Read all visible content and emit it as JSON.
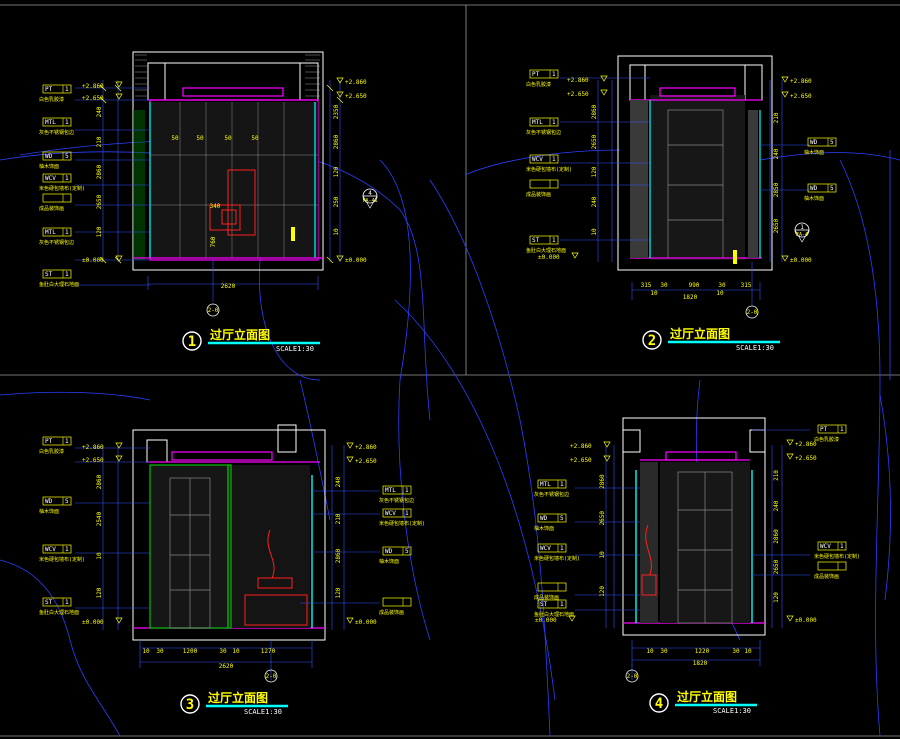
{
  "colors": {
    "background": "#000000",
    "wall": "#ffffff",
    "magenta": "#ff00ff",
    "cyan": "#00ffff",
    "blue": "#3050ff",
    "yellow": "#ffff00",
    "red": "#ff2020",
    "green": "#00c000"
  },
  "drawings": [
    {
      "number": "1",
      "title": "过厅立面图",
      "scale": "SCALE1:30",
      "tags": [
        {
          "code": "PT",
          "num": "1",
          "desc": "白色乳胶漆"
        },
        {
          "code": "MTL",
          "num": "1",
          "desc": "灰色不锈钢包边"
        },
        {
          "code": "WD",
          "num": "5",
          "desc": "柚木饰面"
        },
        {
          "code": "WCV",
          "num": "1",
          "desc": "米色硬包墙布(定制)"
        },
        {
          "code": "",
          "num": "",
          "desc": "成品装饰画"
        },
        {
          "code": "MTL",
          "num": "1",
          "desc": "灰色不锈钢包边"
        },
        {
          "code": "ST",
          "num": "1",
          "desc": "鱼肚白大理石地面"
        }
      ],
      "levels": [
        "+2.860",
        "+2.650",
        "±0.000"
      ],
      "dims_vertical_left": [
        "240",
        "210",
        "2860",
        "2650",
        "120"
      ],
      "dims_vertical_right": [
        "2350",
        "2860",
        "120",
        "250",
        "10"
      ],
      "dims_inner": [
        "50",
        "50",
        "50",
        "50",
        "340",
        "760"
      ],
      "dim_bottom": "2620",
      "callout_bottom": "2-0",
      "section_mark": {
        "num": "4",
        "sheet": "FA-41"
      }
    },
    {
      "number": "2",
      "title": "过厅立面图",
      "scale": "SCALE1:30",
      "tags_left": [
        {
          "code": "PT",
          "num": "1",
          "desc": "白色乳胶漆"
        },
        {
          "code": "MTL",
          "num": "1",
          "desc": "灰色不锈钢包边"
        },
        {
          "code": "WCV",
          "num": "1",
          "desc": "米色硬包墙布(定制)"
        },
        {
          "code": "",
          "num": "",
          "desc": "成品装饰画"
        },
        {
          "code": "ST",
          "num": "1",
          "desc": "鱼肚白大理石地面"
        }
      ],
      "tags_right": [
        {
          "code": "WD",
          "num": "5",
          "desc": "柚木饰面"
        },
        {
          "code": "WD",
          "num": "5",
          "desc": "柚木饰面"
        }
      ],
      "levels": [
        "+2.860",
        "+2.650",
        "±0.000"
      ],
      "dims_vertical_left": [
        "2860",
        "2650",
        "120",
        "240",
        "10"
      ],
      "dims_vertical_right": [
        "210",
        "240",
        "2850",
        "2650"
      ],
      "dims_bottom_segments": [
        "315",
        "30",
        "990",
        "30",
        "315"
      ],
      "dims_bottom_sub": [
        "10",
        "10"
      ],
      "dim_bottom": "1820",
      "callout_bottom": "2-0",
      "section_mark": {
        "num": "1",
        "sheet": "FA-4"
      }
    },
    {
      "number": "3",
      "title": "过厅立面图",
      "scale": "SCALE1:30",
      "tags_left": [
        {
          "code": "PT",
          "num": "1",
          "desc": "白色乳胶漆"
        },
        {
          "code": "WD",
          "num": "5",
          "desc": "柚木饰面"
        },
        {
          "code": "WCV",
          "num": "1",
          "desc": "米色硬包墙布(定制)"
        },
        {
          "code": "ST",
          "num": "1",
          "desc": "鱼肚白大理石地面"
        }
      ],
      "tags_right": [
        {
          "code": "MTL",
          "num": "1",
          "desc": "灰色不锈钢包边"
        },
        {
          "code": "WCV",
          "num": "1",
          "desc": "米色硬包墙布(定制)"
        },
        {
          "code": "WD",
          "num": "5",
          "desc": "柚木饰面"
        },
        {
          "code": "",
          "num": "",
          "desc": "成品装饰画"
        }
      ],
      "levels": [
        "+2.860",
        "+2.650",
        "±0.000"
      ],
      "dims_vertical_left": [
        "2860",
        "2540",
        "10",
        "120"
      ],
      "dims_vertical_right": [
        "240",
        "210",
        "2860",
        "120"
      ],
      "dims_bottom_segments": [
        "10",
        "30",
        "1200",
        "30",
        "10",
        "1270"
      ],
      "dim_bottom": "2620",
      "callout_bottom": "2-0"
    },
    {
      "number": "4",
      "title": "过厅立面图",
      "scale": "SCALE1:30",
      "tags_left": [
        {
          "code": "MTL",
          "num": "1",
          "desc": "灰色不锈钢包边"
        },
        {
          "code": "WD",
          "num": "5",
          "desc": "柚木饰面"
        },
        {
          "code": "WCV",
          "num": "1",
          "desc": "米色硬包墙布(定制)"
        },
        {
          "code": "",
          "num": "",
          "desc": "成品装饰画"
        },
        {
          "code": "ST",
          "num": "1",
          "desc": "鱼肚白大理石地面"
        }
      ],
      "tags_right": [
        {
          "code": "PT",
          "num": "1",
          "desc": "白色乳胶漆"
        },
        {
          "code": "WCV",
          "num": "1",
          "desc": "米色硬包墙布(定制)"
        },
        {
          "code": "",
          "num": "",
          "desc": "成品装饰画"
        }
      ],
      "levels": [
        "+2.860",
        "+2.650",
        "±0.000"
      ],
      "dims_vertical_left": [
        "2860",
        "2650",
        "10",
        "120"
      ],
      "dims_vertical_right": [
        "210",
        "240",
        "2860",
        "2650",
        "120"
      ],
      "dims_bottom_segments": [
        "10",
        "30",
        "1220",
        "30",
        "10"
      ],
      "dim_bottom": "1820",
      "callout_bottom": "2-0"
    }
  ]
}
